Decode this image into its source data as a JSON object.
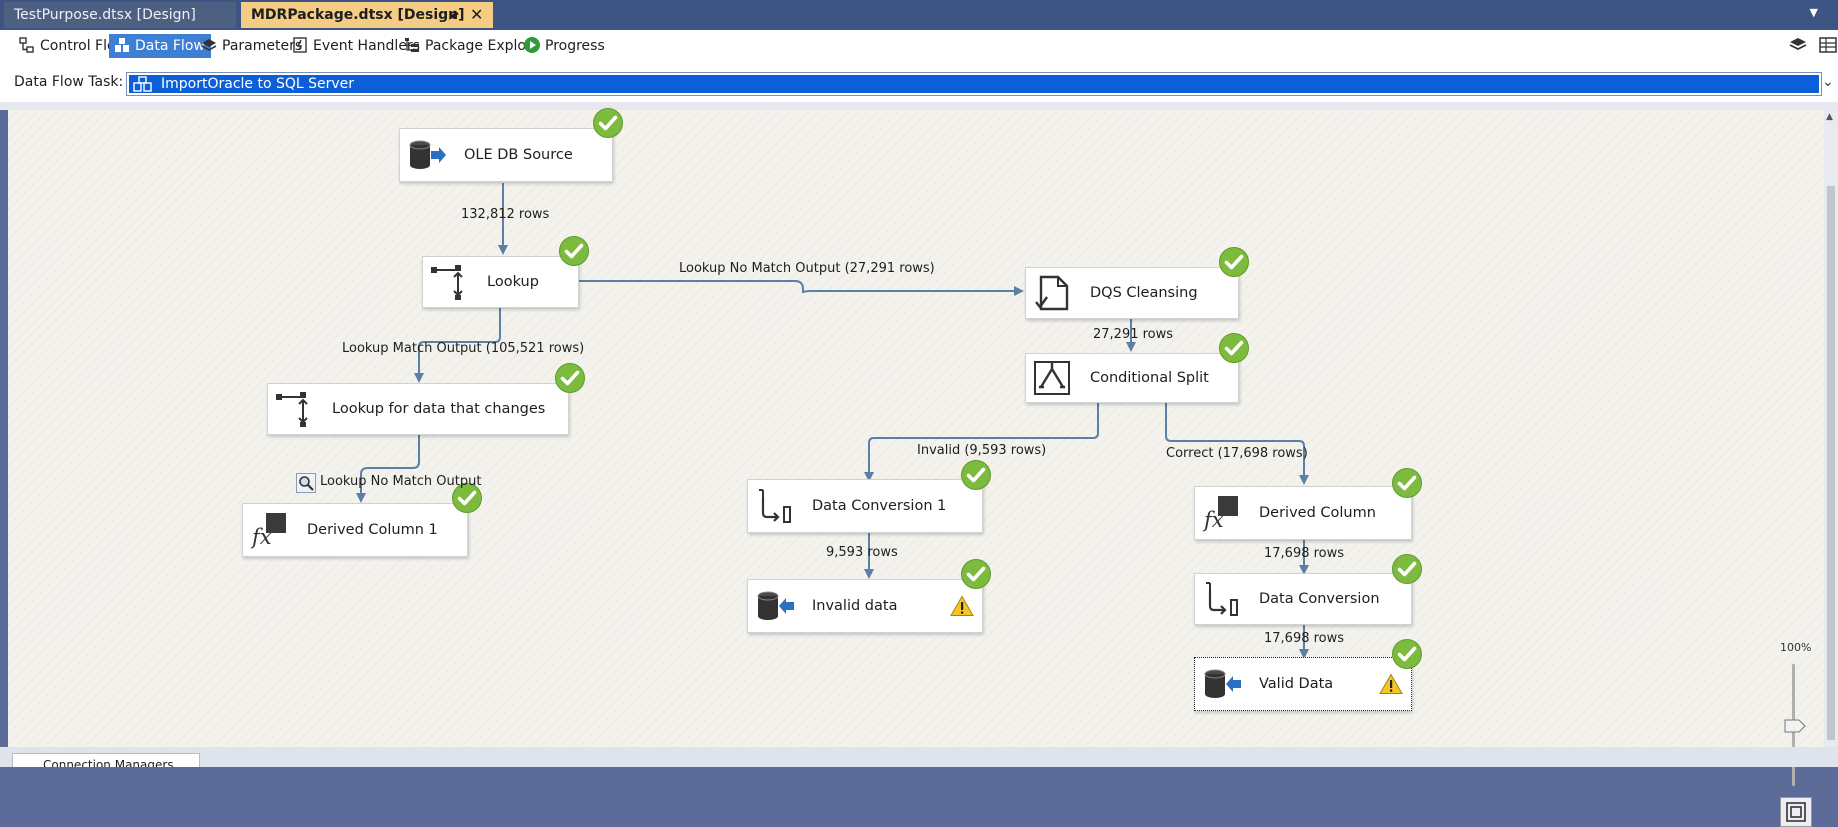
{
  "document_tabs": [
    {
      "label": "TestPurpose.dtsx [Design]",
      "active": false
    },
    {
      "label": "MDRPackage.dtsx [Design]",
      "active": true,
      "pin_icon": "pin-icon",
      "close_icon": "close-icon"
    }
  ],
  "designer_tabs": [
    {
      "label": "Control Flow",
      "icon": "control-flow-icon",
      "active": false
    },
    {
      "label": "Data Flow",
      "icon": "data-flow-icon",
      "active": true
    },
    {
      "label": "Parameters",
      "icon": "parameters-icon",
      "active": false
    },
    {
      "label": "Event Handlers",
      "icon": "event-handlers-icon",
      "active": false
    },
    {
      "label": "Package Explo...",
      "icon": "package-explorer-icon",
      "active": false
    },
    {
      "label": "Progress",
      "icon": "progress-icon",
      "active": false
    }
  ],
  "task_selector": {
    "label": "Data Flow Task:",
    "value": "ImportOracle to SQL Server"
  },
  "components": [
    {
      "label": "OLE DB Source",
      "icon": "ole-db-source-icon",
      "status": "success"
    },
    {
      "label": "Lookup",
      "icon": "lookup-icon",
      "status": "success"
    },
    {
      "label": "DQS Cleansing",
      "icon": "dqs-cleansing-icon",
      "status": "success"
    },
    {
      "label": "Conditional Split",
      "icon": "conditional-split-icon",
      "status": "success"
    },
    {
      "label": "Lookup for data that changes",
      "icon": "lookup-icon",
      "status": "success"
    },
    {
      "label": "Derived Column 1",
      "icon": "derived-column-icon",
      "status": "success"
    },
    {
      "label": "Data Conversion 1",
      "icon": "data-conversion-icon",
      "status": "success"
    },
    {
      "label": "Invalid data",
      "icon": "ole-db-destination-icon",
      "status": "success",
      "warning": true
    },
    {
      "label": "Derived Column",
      "icon": "derived-column-icon",
      "status": "success"
    },
    {
      "label": "Data Conversion",
      "icon": "data-conversion-icon",
      "status": "success"
    },
    {
      "label": "Valid Data",
      "icon": "ole-db-destination-icon",
      "status": "success",
      "warning": true,
      "selected": true
    }
  ],
  "flows": [
    {
      "label": "132,812 rows"
    },
    {
      "label": "Lookup No Match Output (27,291 rows)"
    },
    {
      "label": "Lookup Match Output (105,521 rows)"
    },
    {
      "label": "27,291 rows"
    },
    {
      "label": "Lookup No Match Output",
      "icon": "data-viewer-icon"
    },
    {
      "label": "Invalid (9,593 rows)"
    },
    {
      "label": "Correct (17,698 rows)"
    },
    {
      "label": "9,593 rows"
    },
    {
      "label": "17,698 rows"
    },
    {
      "label": "17,698 rows"
    }
  ],
  "zoom": {
    "label": "100%",
    "value_percent": 100
  },
  "bottom_tabs": [
    {
      "label": "Connection Managers"
    }
  ],
  "colors": {
    "accent": "#3d7fd4",
    "active_doc_tab": "#f5cc84",
    "success": "#7dbb3e",
    "arrow": "#5c7fa8",
    "warning": "#f3c624"
  }
}
